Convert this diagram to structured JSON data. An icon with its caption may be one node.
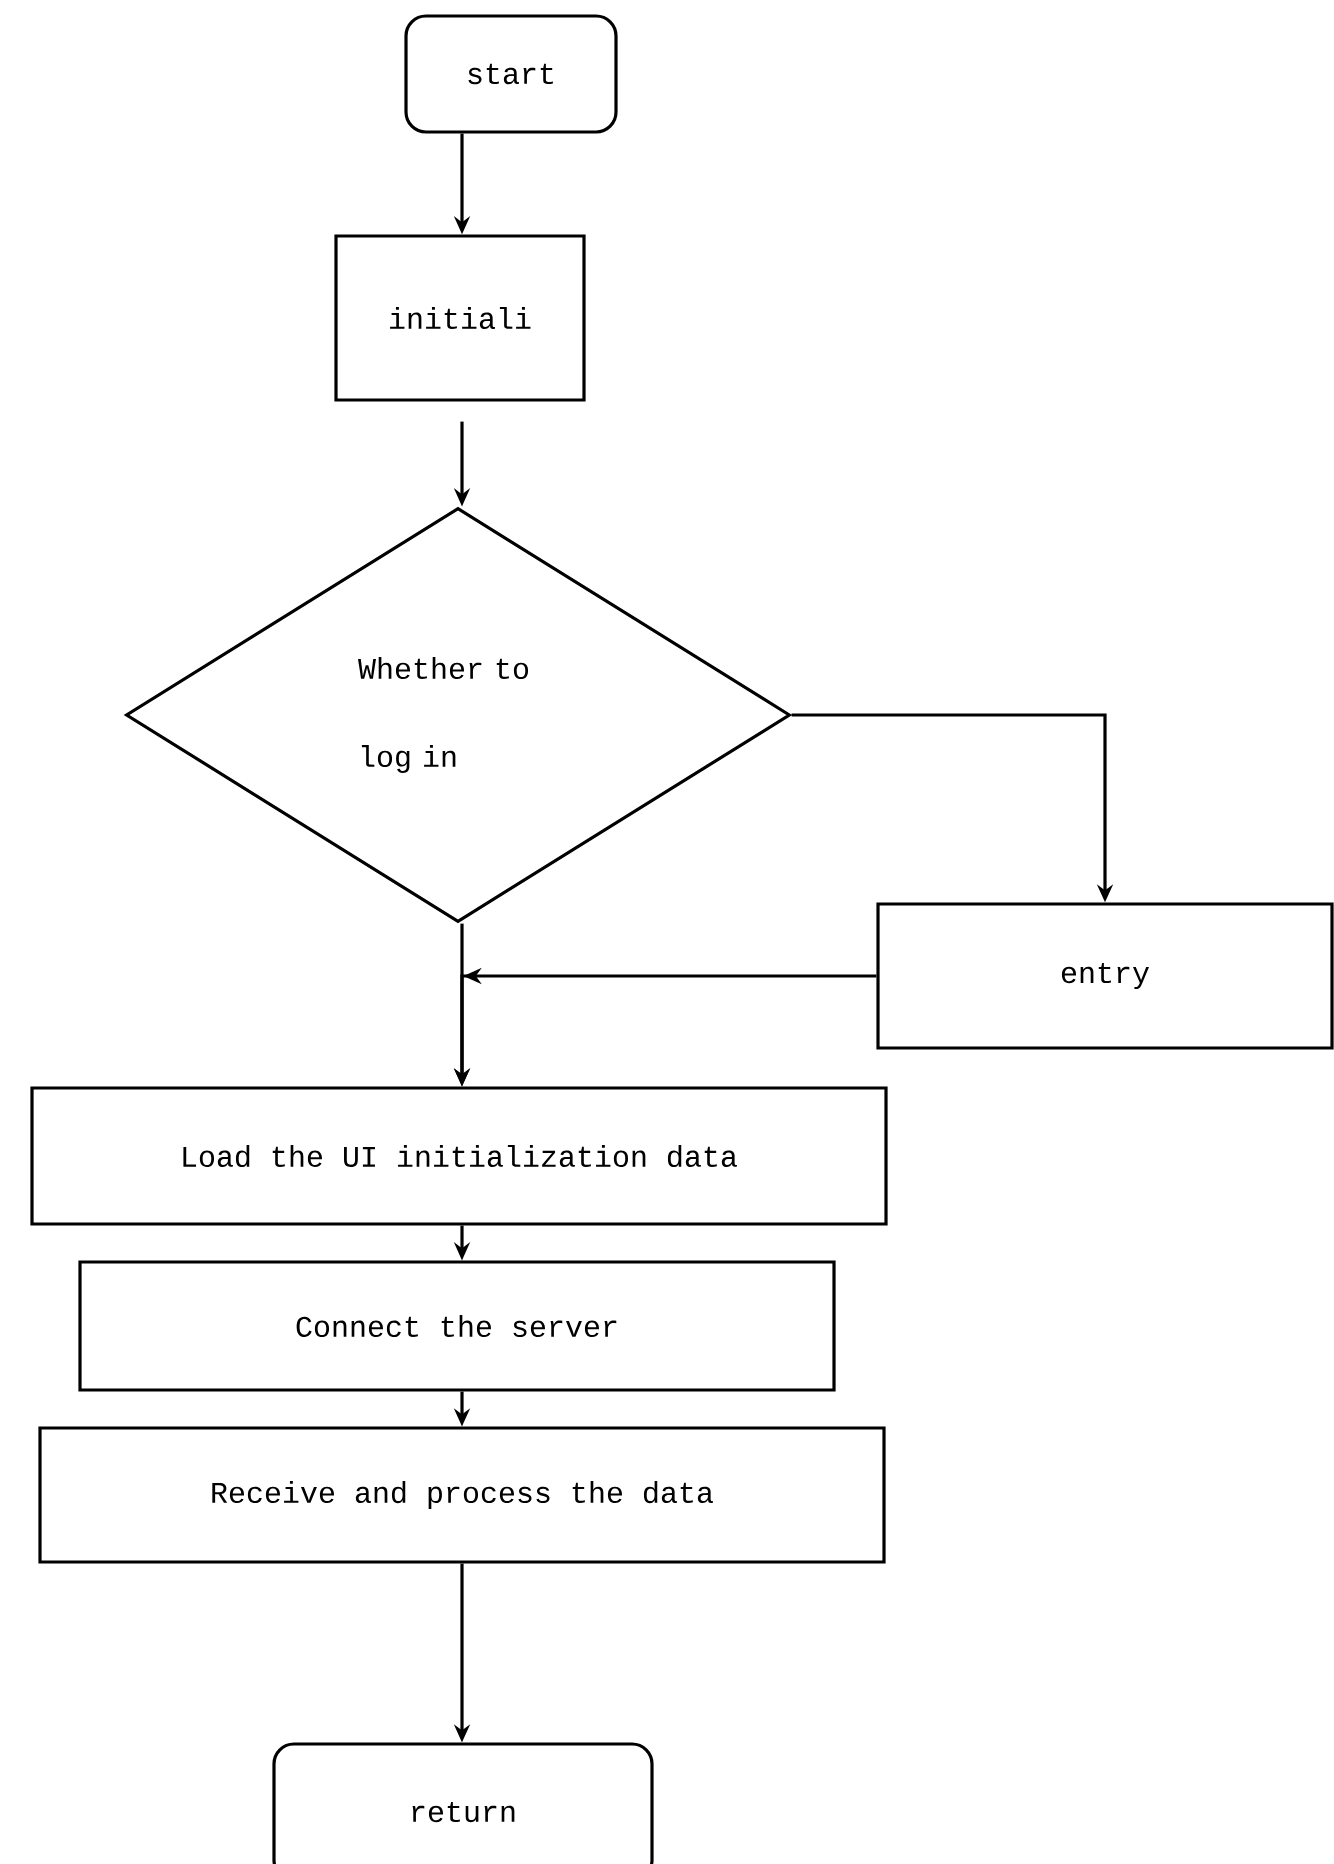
{
  "diagram": {
    "nodes": [
      {
        "text": [
          "start"
        ]
      },
      {
        "text": [
          "initiali"
        ]
      },
      {
        "text": [
          "Whether to log in"
        ]
      },
      {
        "text": [
          "entry"
        ]
      },
      {
        "text": [
          "Load the UI initialization data"
        ]
      },
      {
        "text": [
          "Connect the server"
        ]
      },
      {
        "text": [
          "Receive and process the data"
        ]
      },
      {
        "text": [
          "return"
        ]
      }
    ],
    "edges": [
      {
        "from": 0,
        "to": 1,
        "arrow": "to"
      },
      {
        "from": 1,
        "to": 2,
        "arrow": "to"
      },
      {
        "from": 2,
        "to": 3,
        "arrow": "to"
      },
      {
        "from": 2,
        "to": 4,
        "arrow": "to"
      },
      {
        "from": 3,
        "to": 4,
        "arrow": "to"
      },
      {
        "from": 4,
        "to": 5,
        "arrow": "to"
      },
      {
        "from": 5,
        "to": 6,
        "arrow": "to"
      },
      {
        "from": 6,
        "to": 7,
        "arrow": "to"
      }
    ]
  }
}
